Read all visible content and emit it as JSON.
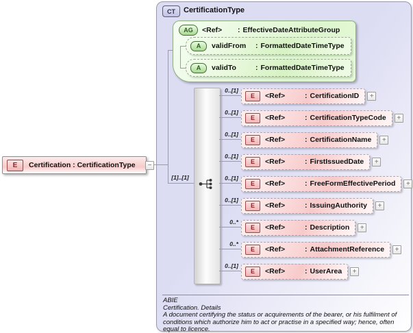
{
  "colors": {
    "container_fill": "#dcdcf3",
    "element_fill": "#f8caca",
    "element_badge_border": "#9c4545",
    "group_fill": "#ddf6cd",
    "group_border": "#8fae83",
    "connector_line": "#9a9aa8"
  },
  "root_element": {
    "badge": "E",
    "label": "Certification : CertificationType",
    "collapse_glyph": "−"
  },
  "complex_type": {
    "badge": "CT",
    "title": "CertificationType"
  },
  "attribute_group": {
    "badge": "AG",
    "ref_label": "<Ref>",
    "separator": ":",
    "type": "EffectiveDateAttributeGroup",
    "attributes": [
      {
        "badge": "A",
        "name": "validFrom",
        "separator": ":",
        "type": "FormattedDateTimeType"
      },
      {
        "badge": "A",
        "name": "validTo",
        "separator": ":",
        "type": "FormattedDateTimeType"
      }
    ]
  },
  "sequence": {
    "cardinality": "[1]..[1]",
    "icon": "sequence-icon"
  },
  "elements": [
    {
      "badge": "E",
      "cardinality": "0..[1]",
      "ref_label": "<Ref>",
      "separator": ":",
      "type": "CertificationID",
      "expand_glyph": "+"
    },
    {
      "badge": "E",
      "cardinality": "0..[1]",
      "ref_label": "<Ref>",
      "separator": ":",
      "type": "CertificationTypeCode",
      "expand_glyph": "+"
    },
    {
      "badge": "E",
      "cardinality": "0..[1]",
      "ref_label": "<Ref>",
      "separator": ":",
      "type": "CertificationName",
      "expand_glyph": "+"
    },
    {
      "badge": "E",
      "cardinality": "0..[1]",
      "ref_label": "<Ref>",
      "separator": ":",
      "type": "FirstIssuedDate",
      "expand_glyph": "+"
    },
    {
      "badge": "E",
      "cardinality": "0..[1]",
      "ref_label": "<Ref>",
      "separator": ":",
      "type": "FreeFormEffectivePeriod",
      "expand_glyph": "+"
    },
    {
      "badge": "E",
      "cardinality": "0..[1]",
      "ref_label": "<Ref>",
      "separator": ":",
      "type": "IssuingAuthority",
      "expand_glyph": "+"
    },
    {
      "badge": "E",
      "cardinality": "0..*",
      "ref_label": "<Ref>",
      "separator": ":",
      "type": "Description",
      "expand_glyph": "+"
    },
    {
      "badge": "E",
      "cardinality": "0..*",
      "ref_label": "<Ref>",
      "separator": ":",
      "type": "AttachmentReference",
      "expand_glyph": "+"
    },
    {
      "badge": "E",
      "cardinality": "0..[1]",
      "ref_label": "<Ref>",
      "separator": ":",
      "type": "UserArea",
      "expand_glyph": "+"
    }
  ],
  "annotation": {
    "kind": "ABIE",
    "title": "Certification. Details",
    "description": "A document certifying the status or acquirements of the bearer, or his fulfilment of conditions which authorize him to act or practise in a specified way; hence, often equal to licence."
  }
}
